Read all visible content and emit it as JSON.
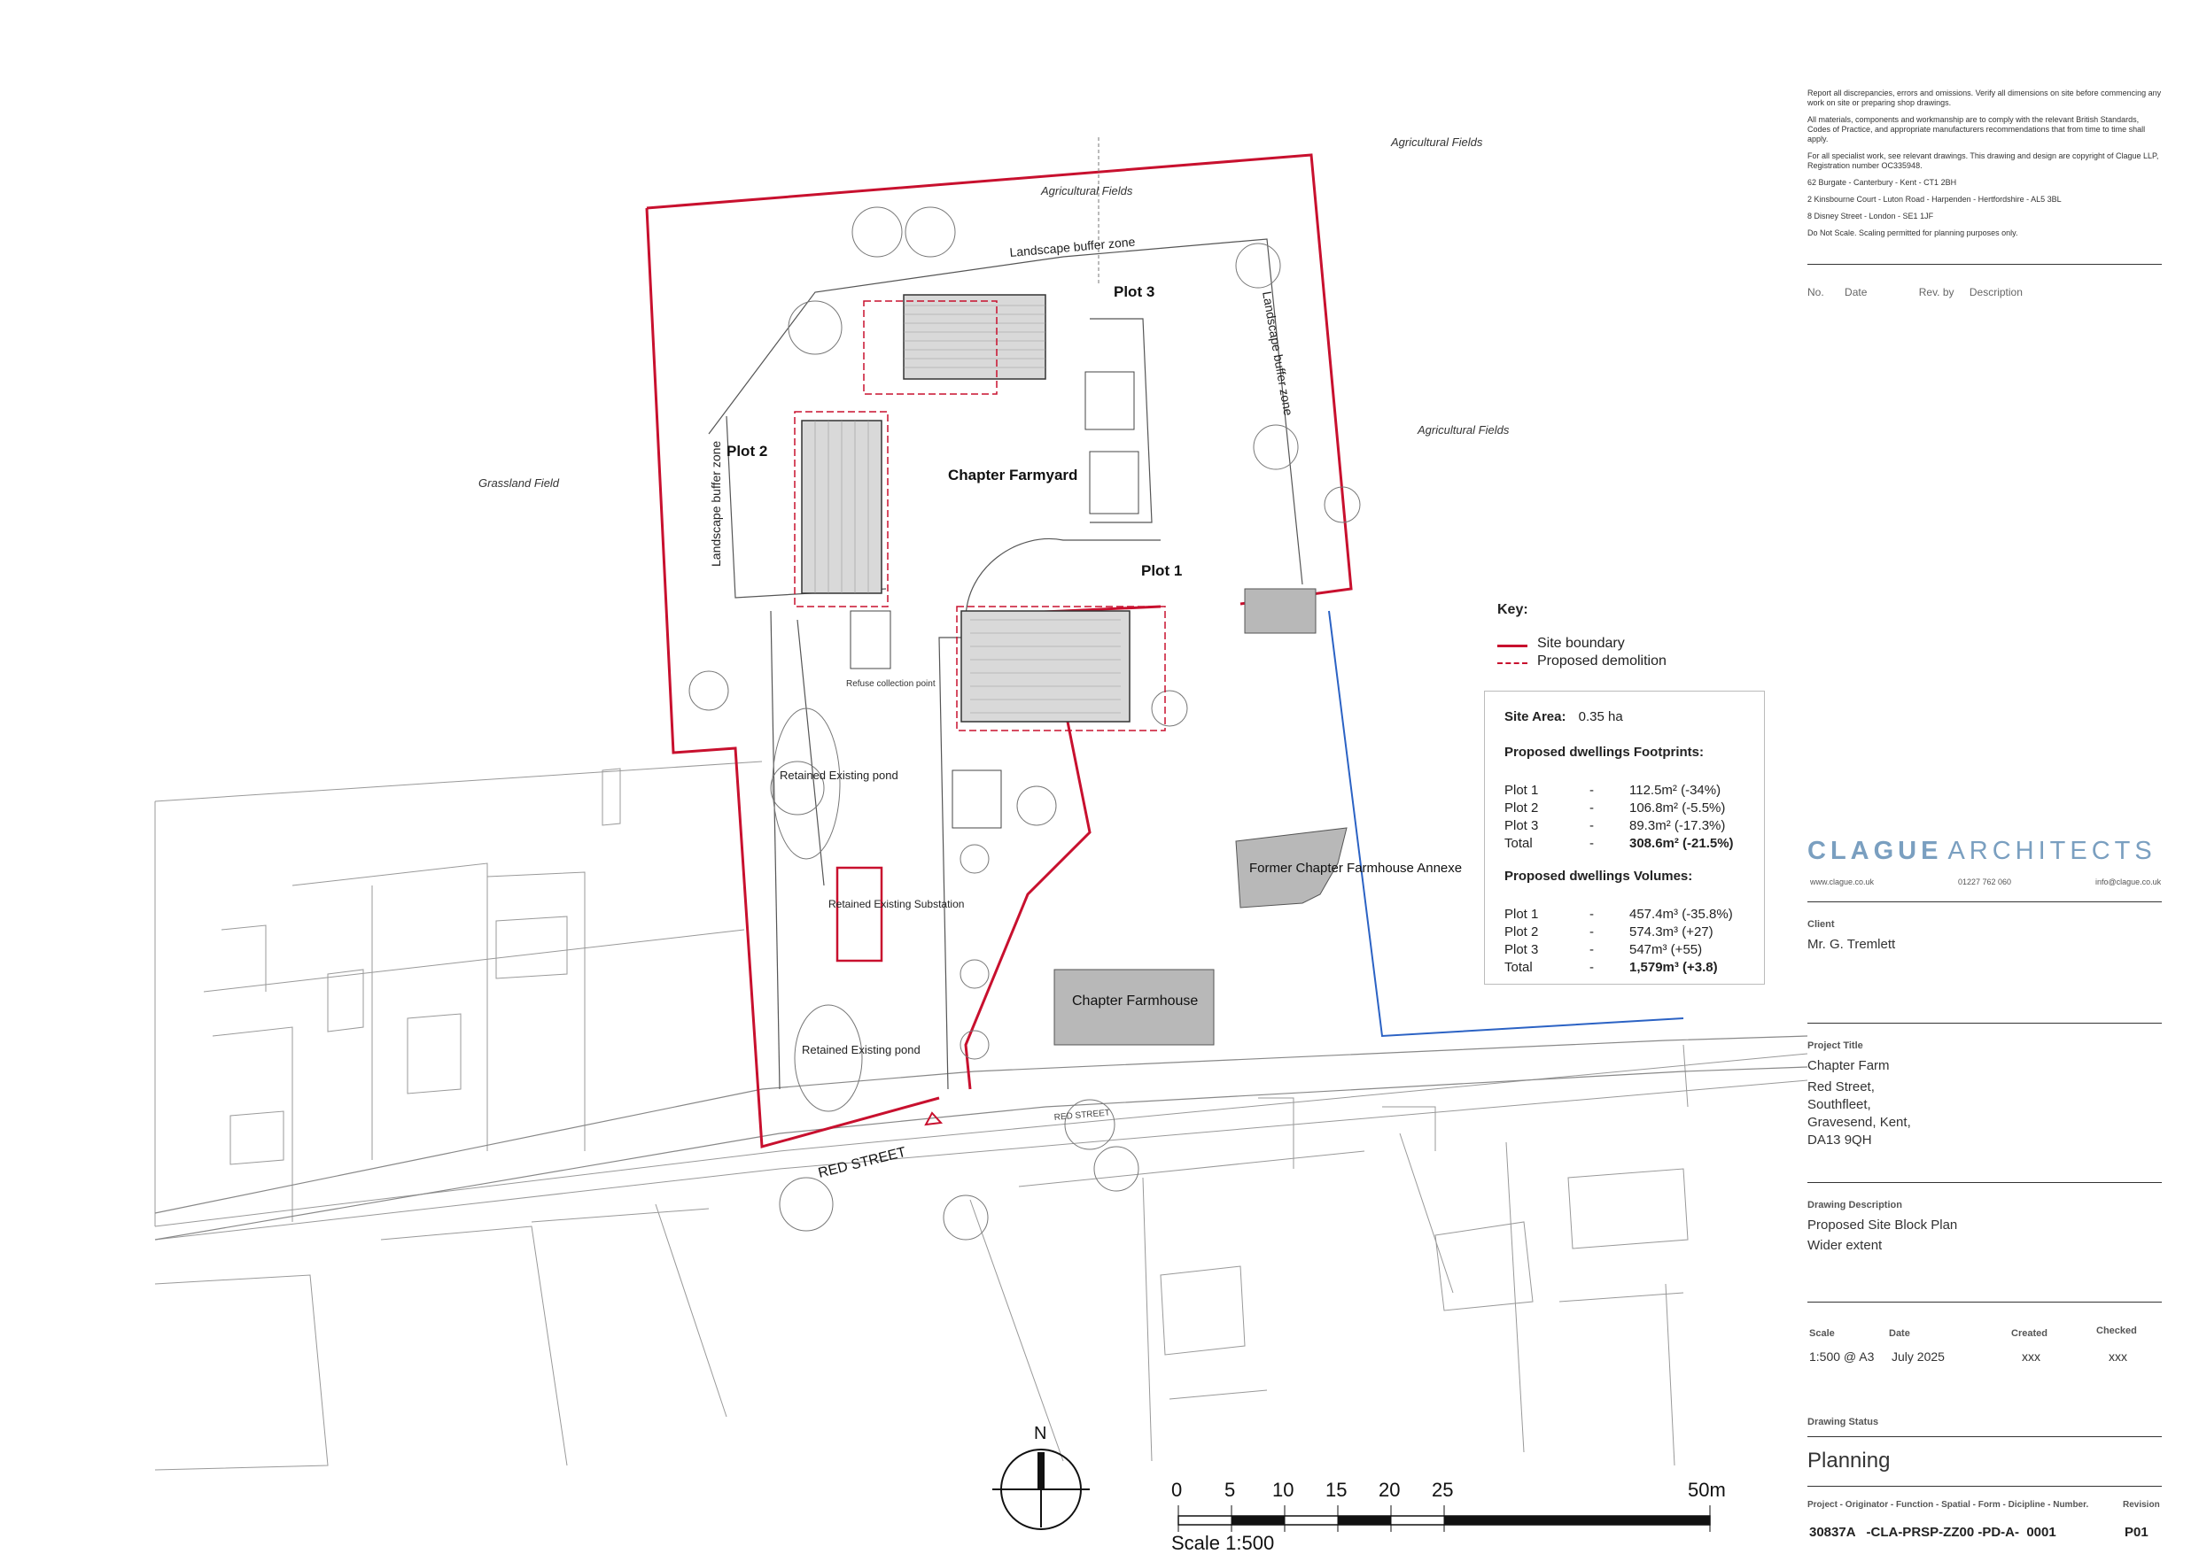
{
  "notes": {
    "n1": "Report  all discrepancies, errors and omissions. Verify all dimensions on site before commencing any work  on  site or preparing shop drawings.",
    "n2": "All materials, components and workmanship are to comply with the relevant British Standards, Codes of Practice, and appropriate manufacturers recommendations that from time to time shall apply.",
    "n3": "For all specialist work, see relevant drawings. This drawing and design are copyright  of Clague LLP, Registration number  OC335948.",
    "addr1": "62 Burgate - Canterbury - Kent - CT1 2BH",
    "addr2": "2 Kinsbourne Court - Luton Road - Harpenden - Hertfordshire - AL5 3BL",
    "addr3": "8 Disney Street - London - SE1 1JF",
    "scale_note": "Do Not Scale. Scaling permitted for planning purposes only."
  },
  "revisions": {
    "no": "No.",
    "date": "Date",
    "rev_by": "Rev. by",
    "description": "Description"
  },
  "brand": {
    "name1": "CLAGUE",
    "name2": "ARCHITECTS",
    "web": "www.clague.co.uk",
    "phone": "01227 762 060",
    "email": "info@clague.co.uk",
    "color": "#7a9fc0"
  },
  "client": {
    "label": "Client",
    "value": "Mr. G. Tremlett"
  },
  "project": {
    "label": "Project Title",
    "title": "Chapter Farm",
    "address": [
      "Red Street,",
      "Southfleet,",
      "Gravesend, Kent,",
      "DA13 9QH"
    ]
  },
  "drawing": {
    "label": "Drawing Description",
    "line1": "Proposed Site Block Plan",
    "line2": "Wider extent"
  },
  "meta": {
    "scale_label": "Scale",
    "scale": "1:500 @ A3",
    "date_label": "Date",
    "date": "July 2025",
    "created_label": "Created",
    "created": "xxx",
    "checked_label": "Checked",
    "checked": "xxx"
  },
  "status": {
    "label": "Drawing Status",
    "value": "Planning"
  },
  "number": {
    "header": "Project - Originator - Function - Spatial - Form - Dicipline - Number.",
    "revision_label": "Revision",
    "value": "30837A   -CLA-PRSP-ZZ00 -PD-A-  0001",
    "revision": "P01"
  },
  "key": {
    "title": "Key:",
    "site_boundary": "Site boundary",
    "demolition": "Proposed demolition",
    "red": "#c8102e"
  },
  "summary": {
    "site_area_label": "Site Area:",
    "site_area": "0.35 ha",
    "footprints_title": "Proposed dwellings Footprints:",
    "footprints": [
      {
        "plot": "Plot 1",
        "dash": "-",
        "value": "112.5m² (-34%)"
      },
      {
        "plot": "Plot 2",
        "dash": "-",
        "value": "106.8m² (-5.5%)"
      },
      {
        "plot": "Plot 3",
        "dash": "-",
        "value": "89.3m²   (-17.3%)"
      },
      {
        "plot": "Total",
        "dash": "-",
        "value": "308.6m² (-21.5%)"
      }
    ],
    "volumes_title": "Proposed dwellings Volumes:",
    "volumes": [
      {
        "plot": "Plot 1",
        "dash": "-",
        "value": "457.4m³ (-35.8%)"
      },
      {
        "plot": "Plot 2",
        "dash": "-",
        "value": "574.3m³ (+27)"
      },
      {
        "plot": "Plot 3",
        "dash": "-",
        "value": "547m³     (+55)"
      },
      {
        "plot": "Total",
        "dash": "-",
        "value": "1,579m³ (+3.8)"
      }
    ]
  },
  "map": {
    "agri_1": "Agricultural Fields",
    "agri_2": "Agricultural Fields",
    "agri_3": "Agricultural Fields",
    "grassland": "Grassland Field",
    "plot1": "Plot 1",
    "plot2": "Plot 2",
    "plot3": "Plot 3",
    "farmyard": "Chapter Farmyard",
    "buffer_top": "Landscape buffer zone",
    "buffer_left": "Landscape buffer zone",
    "buffer_right": "Landscape buffer zone",
    "pond1": "Retained Existing pond",
    "pond2": "Retained Existing pond",
    "substation": "Retained Existing Substation",
    "farmhouse": "Chapter Farmhouse",
    "annexe": "Former Chapter Farmhouse Annexe",
    "red_street": "RED STREET",
    "red_street_small": "RED STREET",
    "refuse": "Refuse collection point",
    "north": "N",
    "scale_ticks": [
      "0",
      "5",
      "10",
      "15",
      "20",
      "25",
      "50m"
    ],
    "scale_label": "Scale 1:500",
    "boundary_blue": "#2b62c4"
  }
}
